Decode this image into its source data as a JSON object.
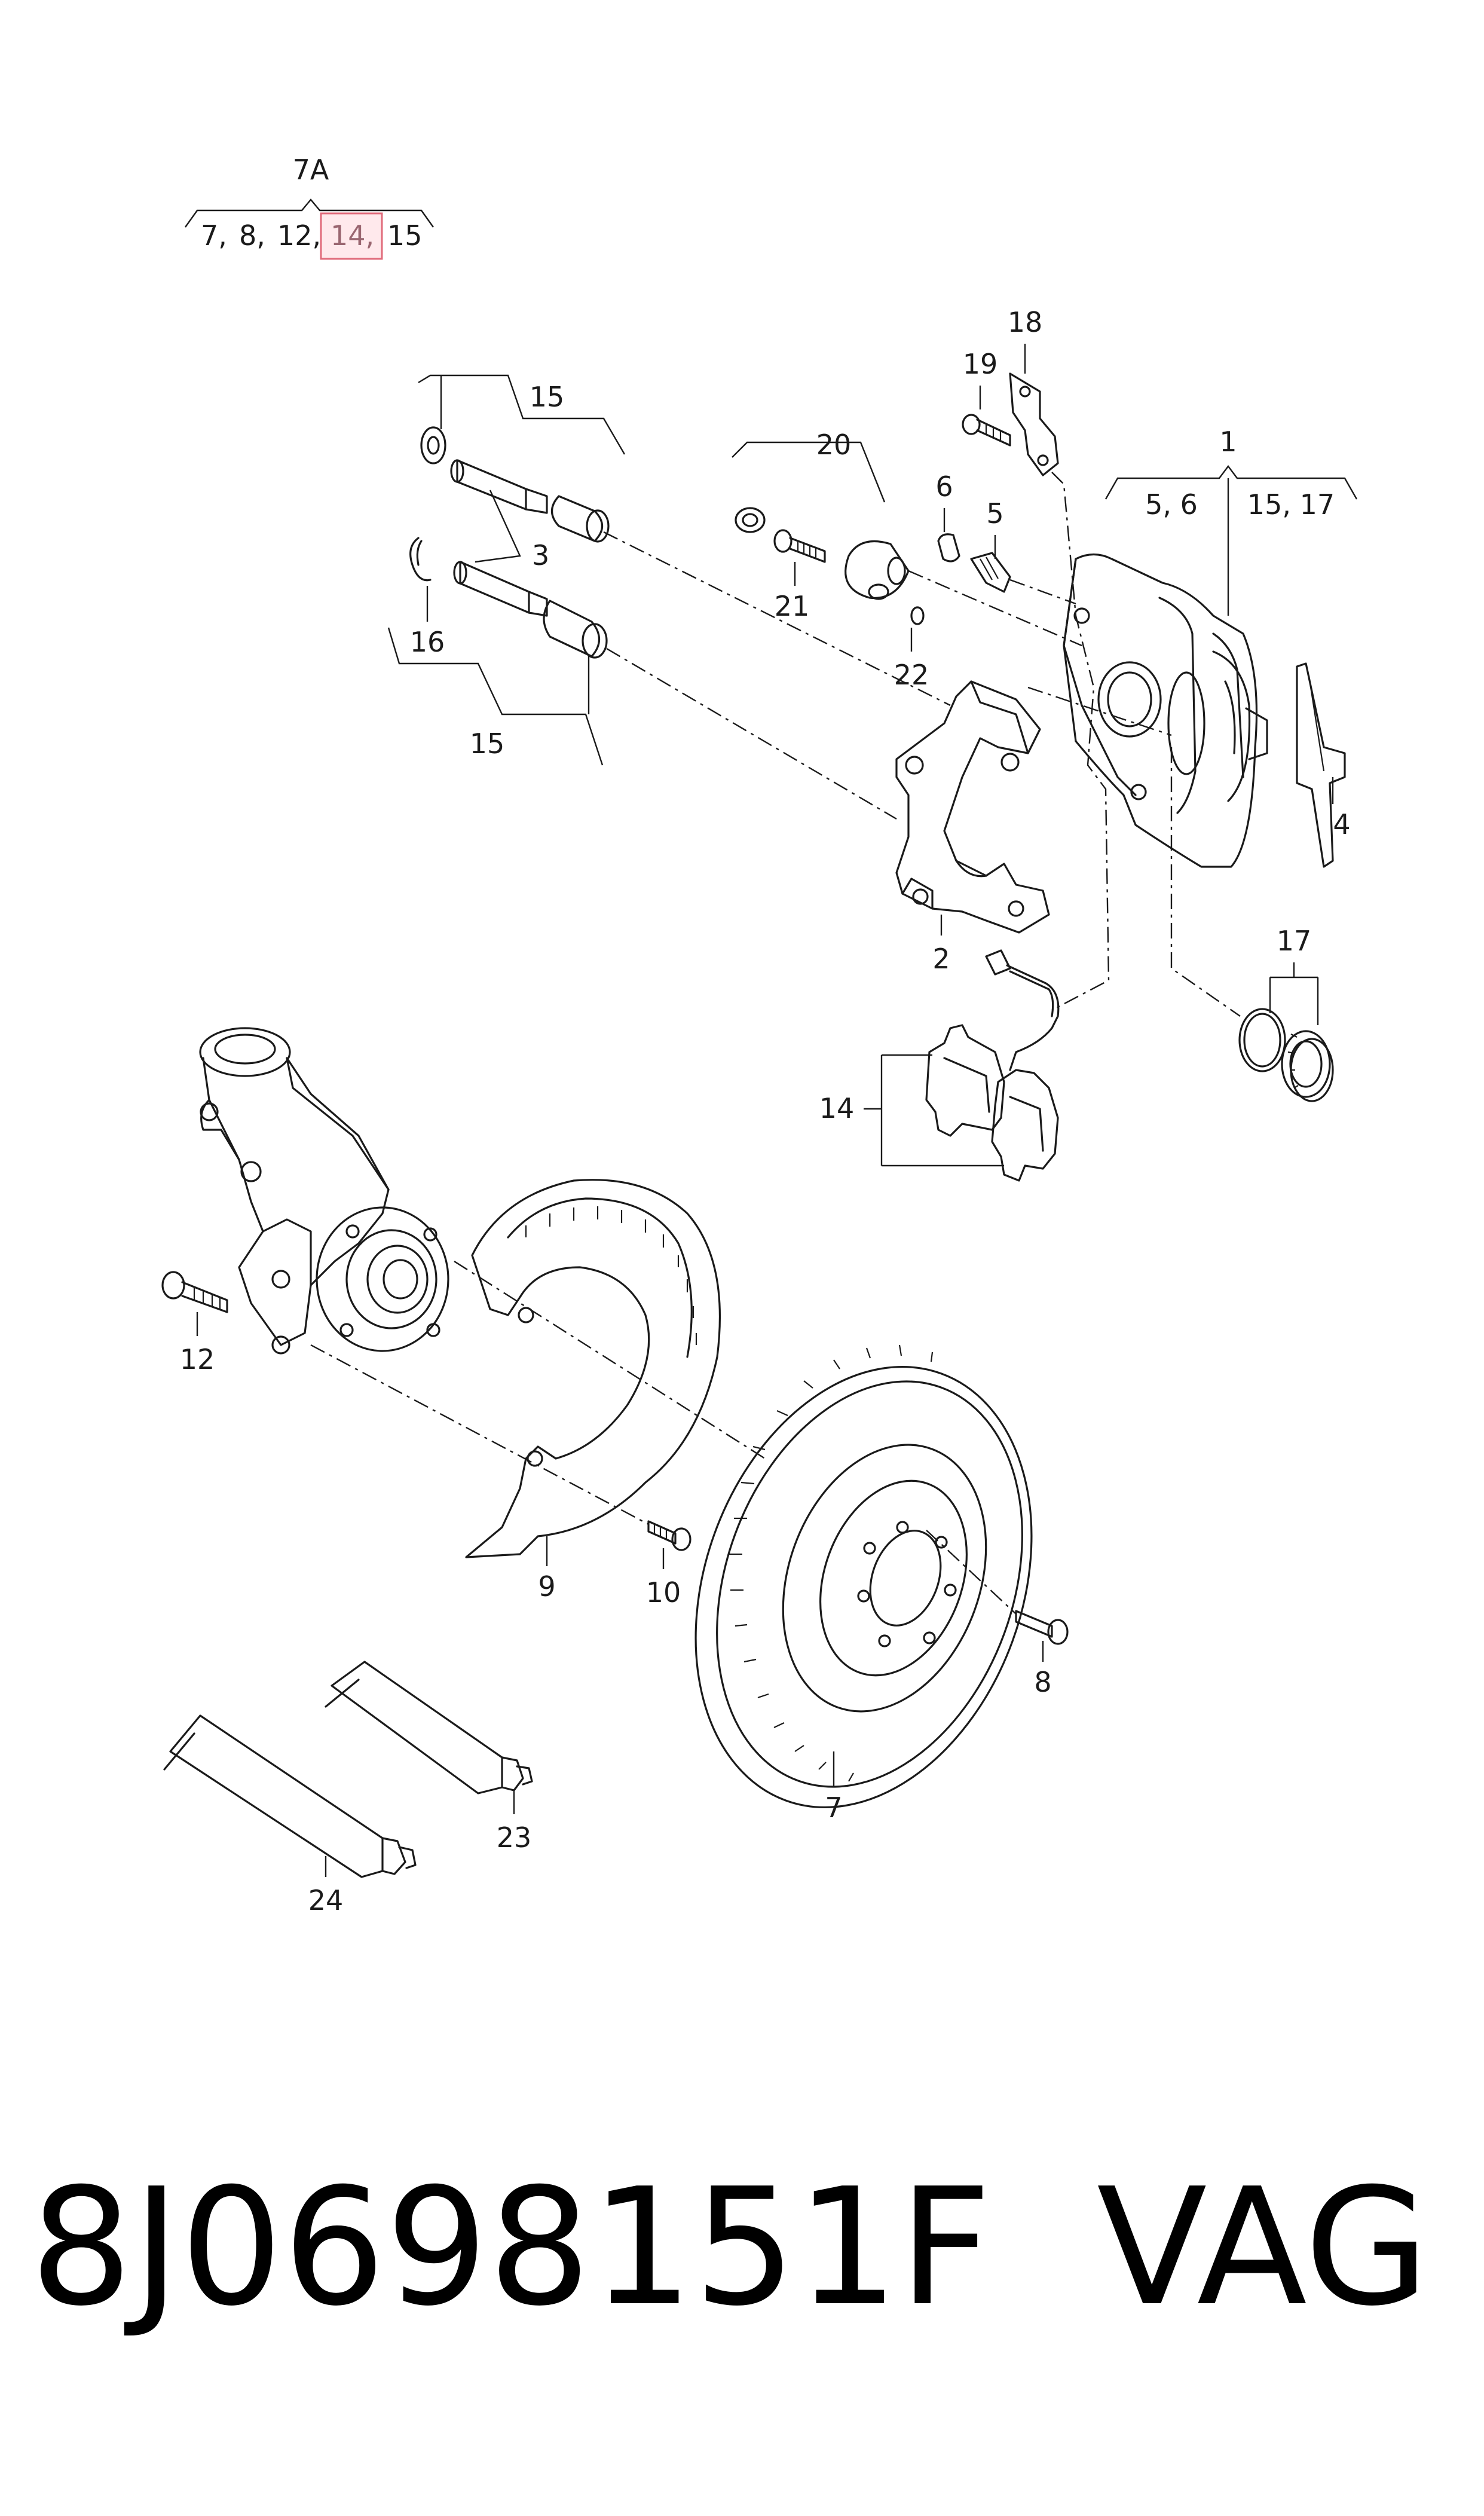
{
  "header": {
    "group": "7A",
    "items": [
      "7,",
      "8,",
      "12,",
      "14,",
      "15"
    ],
    "highlighted_index": 3
  },
  "callouts": {
    "p1": "1",
    "p1_sub_a": "5, 6",
    "p1_sub_b": "15, 17",
    "p2": "2",
    "p3": "3",
    "p4": "4",
    "p5": "5",
    "p6": "6",
    "p7": "7",
    "p8": "8",
    "p9": "9",
    "p10": "10",
    "p12": "12",
    "p14": "14",
    "p15_top": "15",
    "p15_bottom": "15",
    "p16": "16",
    "p17": "17",
    "p18": "18",
    "p19": "19",
    "p20": "20",
    "p21": "21",
    "p22": "22",
    "p23": "23",
    "p24": "24"
  },
  "footer": {
    "part_number": "8J0698151F",
    "brand": "VAG"
  },
  "colors": {
    "line": "#1a1a1a",
    "highlight_fill": "#ffe9ec",
    "highlight_stroke": "#e06a7a"
  }
}
